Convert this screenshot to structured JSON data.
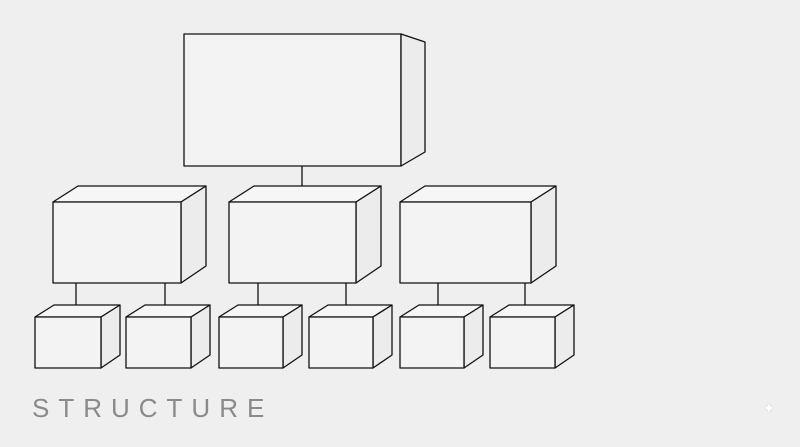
{
  "caption": "STRUCTURE",
  "diagram": {
    "levels": [
      {
        "level": 1,
        "boxes": 1
      },
      {
        "level": 2,
        "boxes": 3
      },
      {
        "level": 3,
        "boxes": 6
      }
    ],
    "line_color": "#111111",
    "background": "#efefef",
    "caption_color": "#8a8a8a"
  }
}
